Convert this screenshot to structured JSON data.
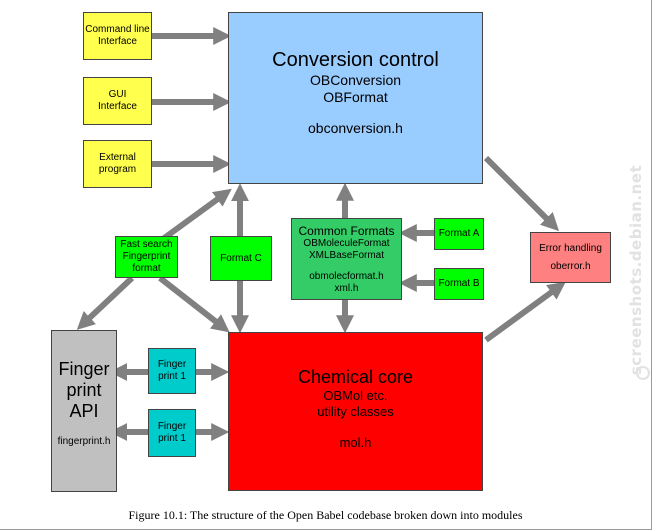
{
  "conversion_control": {
    "title": "Conversion control",
    "line1": "OBConversion",
    "line2": "OBFormat",
    "file": "obconversion.h"
  },
  "inputs": [
    {
      "line1": "Command line",
      "line2": "Interface"
    },
    {
      "line1": "GUI",
      "line2": "Interface"
    },
    {
      "line1": "External",
      "line2": "program"
    }
  ],
  "fast_search": {
    "line1": "Fast search",
    "line2": "Fingerprint",
    "line3": "format"
  },
  "format_c": "Format C",
  "common_formats": {
    "title": "Common Formats",
    "line1": "OBMoleculeFormat",
    "line2": "XMLBaseFormat",
    "line3": "obmolecformat.h",
    "line4": "xml.h"
  },
  "format_a": "Format A",
  "format_b": "Format B",
  "error_handling": {
    "title": "Error handling",
    "file": "oberror.h"
  },
  "fingerprint_api": {
    "line1": "Finger",
    "line2": "print",
    "line3": "API",
    "file": "fingerprint.h"
  },
  "fingerprints": [
    {
      "line1": "Finger",
      "line2": "print 1"
    },
    {
      "line1": "Finger",
      "line2": "print 1"
    }
  ],
  "chemical_core": {
    "title": "Chemical core",
    "line1": "OBMol etc.",
    "line2": "utility classes",
    "file": "mol.h"
  },
  "caption": "Figure 10.1: The structure of the Open Babel codebase broken down into modules",
  "watermark": "screenshots.debian.net",
  "colors": {
    "input_boxes": "#ffff4d",
    "green_boxes": "#00ff00",
    "common_formats": "#33cc66",
    "fingerprint_boxes": "#00cccc",
    "error_box": "#ff8080",
    "api_box": "#c0c0c0",
    "conversion_box": "#99ccff",
    "core_box": "#ff0000",
    "arrows": "#808080"
  }
}
